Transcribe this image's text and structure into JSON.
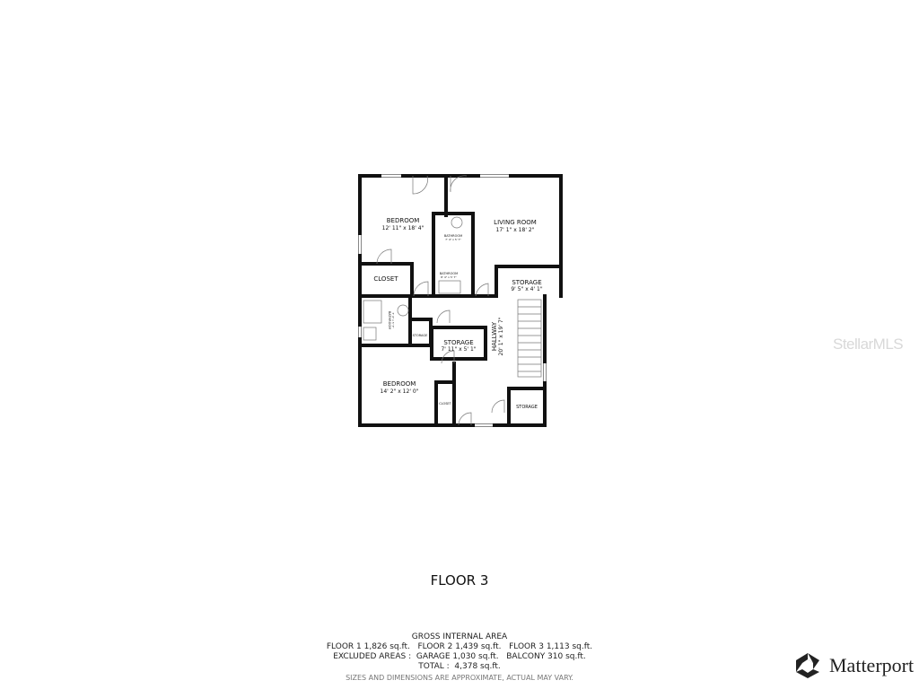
{
  "plan": {
    "rooms": [
      {
        "name": "BEDROOM",
        "dims": "12' 11\" x 18' 4\""
      },
      {
        "name": "LIVING ROOM",
        "dims": "17' 1\" x 18' 2\""
      },
      {
        "name": "BATHROOM",
        "dims": "7' 4\" x 5' 7\""
      },
      {
        "name": "BATHROOM",
        "dims": "8' 4\" x 5' 7\""
      },
      {
        "name": "CLOSET",
        "dims": ""
      },
      {
        "name": "STORAGE",
        "dims": "9' 5\" x 4' 1\""
      },
      {
        "name": "BATHROOM",
        "dims": "7' 4\" x 5' 7\""
      },
      {
        "name": "STORAGE",
        "dims": ""
      },
      {
        "name": "STORAGE",
        "dims": "7' 11\" x 5' 1\""
      },
      {
        "name": "HALLWAY",
        "dims": "20' 1\" x 19' 7\""
      },
      {
        "name": "BEDROOM",
        "dims": "14' 2\" x 12' 0\""
      },
      {
        "name": "CLOSET",
        "dims": ""
      },
      {
        "name": "STORAGE",
        "dims": ""
      }
    ]
  },
  "floor_title": "FLOOR 3",
  "area": {
    "heading": "GROSS INTERNAL AREA",
    "floors": "FLOOR 1 1,826 sq.ft.   FLOOR 2 1,439 sq.ft.   FLOOR 3 1,113 sq.ft.",
    "excluded": "EXCLUDED AREAS :  GARAGE 1,030 sq.ft.   BALCONY 310 sq.ft.",
    "total": "TOTAL :  4,378 sq.ft.",
    "note": "SIZES AND DIMENSIONS ARE APPROXIMATE, ACTUAL MAY VARY."
  },
  "watermark": "StellarMLS",
  "brand": "Matterport"
}
